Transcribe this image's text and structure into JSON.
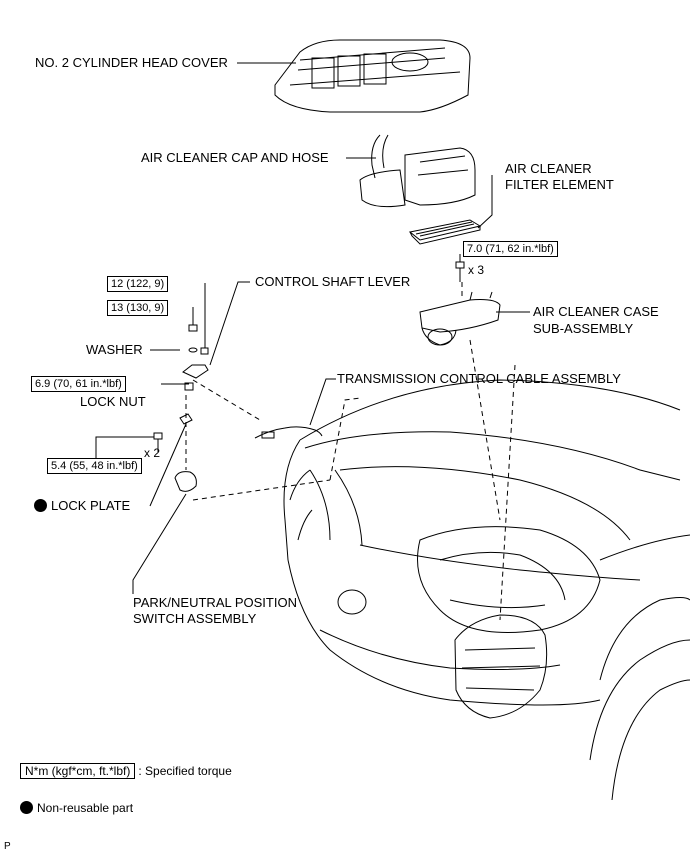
{
  "labels": {
    "cylinder_head_cover": "NO. 2 CYLINDER HEAD COVER",
    "air_cleaner_cap": "AIR CLEANER CAP AND HOSE",
    "air_cleaner_filter_line1": "AIR CLEANER",
    "air_cleaner_filter_line2": "FILTER ELEMENT",
    "control_shaft_lever": "CONTROL SHAFT LEVER",
    "air_cleaner_case_line1": "AIR CLEANER CASE",
    "air_cleaner_case_line2": "SUB-ASSEMBLY",
    "washer": "WASHER",
    "transmission_cable": "TRANSMISSION CONTROL CABLE ASSEMBLY",
    "lock_nut": "LOCK NUT",
    "lock_plate": "LOCK PLATE",
    "park_neutral_line1": "PARK/NEUTRAL POSITION",
    "park_neutral_line2": "SWITCH ASSEMBLY"
  },
  "torques": {
    "air_cleaner_bolt": "7.0 (71, 62 in.*lbf)",
    "air_cleaner_bolt_qty": "x 3",
    "control_lever_nut": "12 (122, 9)",
    "shaft_nut": "13 (130, 9)",
    "lock_nut": "6.9 (70, 61 in.*lbf)",
    "switch_bolt": "5.4 (55, 48 in.*lbf)",
    "switch_bolt_qty": "x 2"
  },
  "legend": {
    "torque_box": "N*m (kgf*cm, ft.*lbf)",
    "torque_text": ": Specified torque",
    "non_reusable": "Non-reusable part"
  },
  "footer_code": "P"
}
